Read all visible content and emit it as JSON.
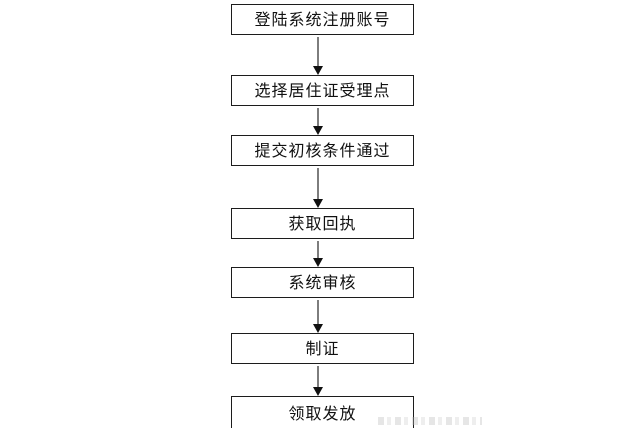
{
  "page": {
    "background_color": "#ffffff",
    "box_border_color": "#1c1c1c",
    "box_fill_color": "#ffffff",
    "text_color": "#111111",
    "arrow_stem_color": "#7d7d7d",
    "arrow_head_color": "#111111"
  },
  "flowchart": {
    "direction": "top-to-bottom",
    "steps": [
      {
        "label": "登陆系统注册账号"
      },
      {
        "label": "选择居住证受理点"
      },
      {
        "label": "提交初核条件通过"
      },
      {
        "label": "获取回执"
      },
      {
        "label": "系统审核"
      },
      {
        "label": "制证"
      },
      {
        "label": "领取发放"
      }
    ]
  }
}
